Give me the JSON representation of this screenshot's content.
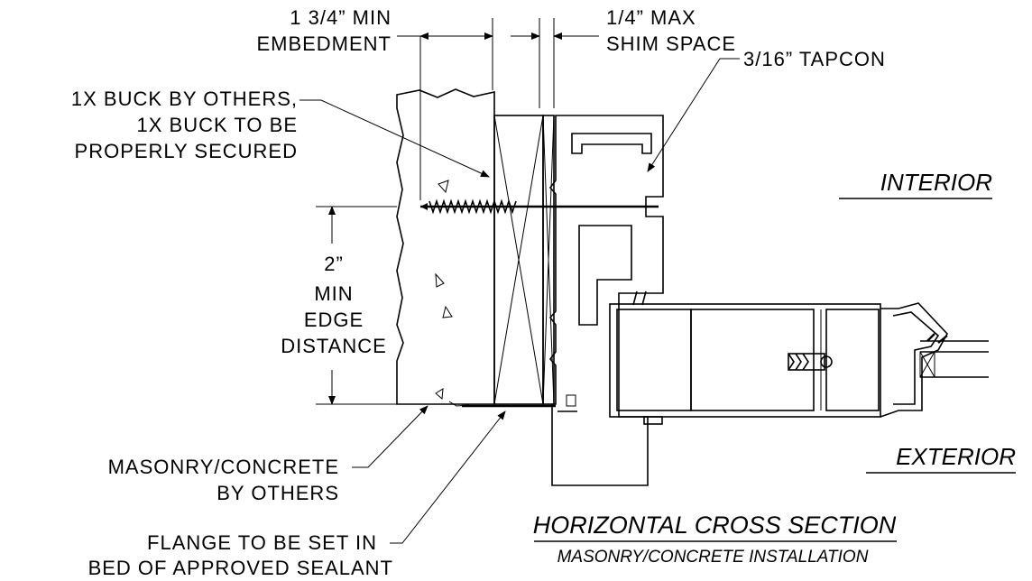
{
  "labels": {
    "embed_line1": "1 3/4” MIN",
    "embed_line2": "EMBEDMENT",
    "shim_line1": "1/4” MAX",
    "shim_line2": "SHIM SPACE",
    "tapcon": "3/16” TAPCON",
    "buck_line1": "1X BUCK BY OTHERS,",
    "buck_line2": "1X BUCK TO BE",
    "buck_line3": "PROPERLY SECURED",
    "edge_line1": "2”",
    "edge_line2": "MIN",
    "edge_line3": "EDGE",
    "edge_line4": "DISTANCE",
    "masonry_line1": "MASONRY/CONCRETE",
    "masonry_line2": "BY OTHERS",
    "flange_line1": "FLANGE TO BE SET IN",
    "flange_line2": "BED OF APPROVED SEALANT"
  },
  "zones": {
    "interior": "INTERIOR",
    "exterior": "EXTERIOR"
  },
  "title": {
    "main": "HORIZONTAL CROSS SECTION",
    "sub": "MASONRY/CONCRETE INSTALLATION"
  }
}
